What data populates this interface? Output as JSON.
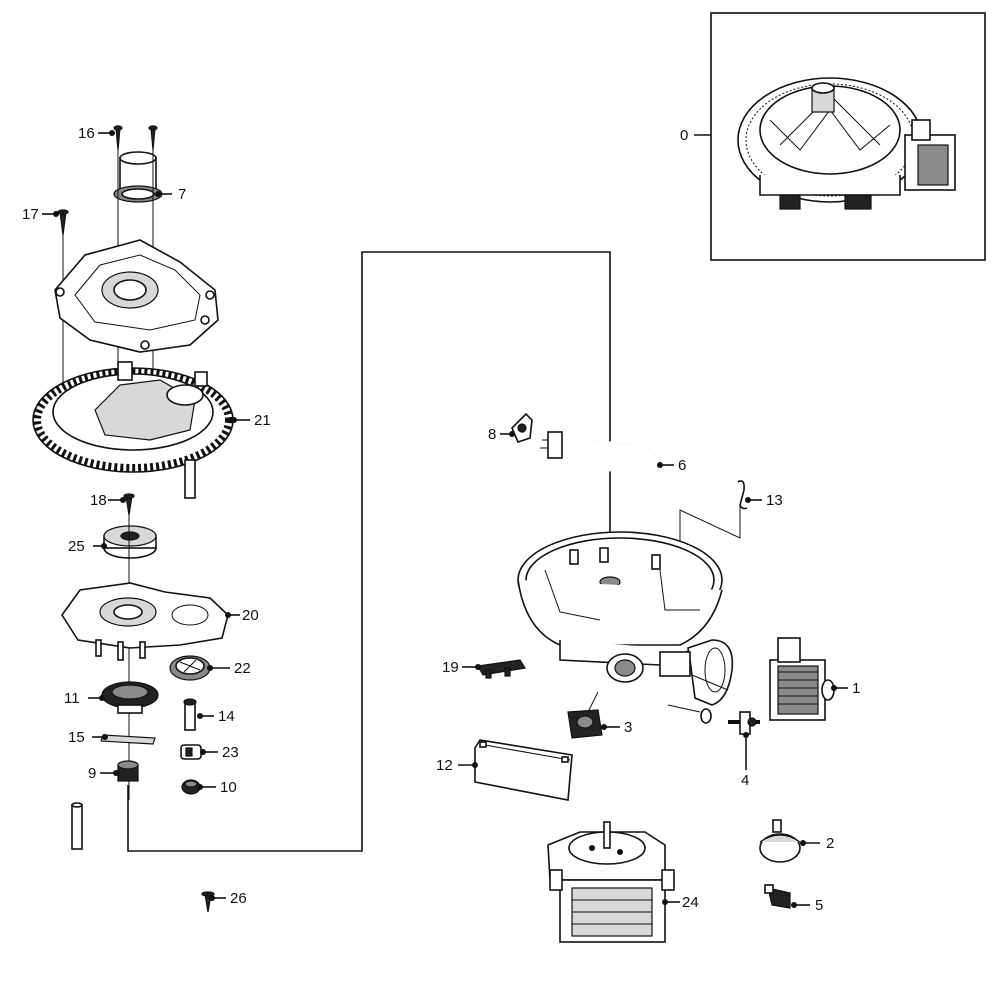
{
  "diagram": {
    "callouts": {
      "c0": "0",
      "c1": "1",
      "c2": "2",
      "c3": "3",
      "c4": "4",
      "c5": "5",
      "c6": "6",
      "c7": "7",
      "c8": "8",
      "c9": "9",
      "c10": "10",
      "c11": "11",
      "c12": "12",
      "c13": "13",
      "c14": "14",
      "c15": "15",
      "c16": "16",
      "c17": "17",
      "c18": "18",
      "c19": "19",
      "c20": "20",
      "c21": "21",
      "c22": "22",
      "c23": "23",
      "c24": "24",
      "c25": "25",
      "c26": "26"
    },
    "colors": {
      "line": "#111111",
      "background": "#ffffff"
    }
  }
}
